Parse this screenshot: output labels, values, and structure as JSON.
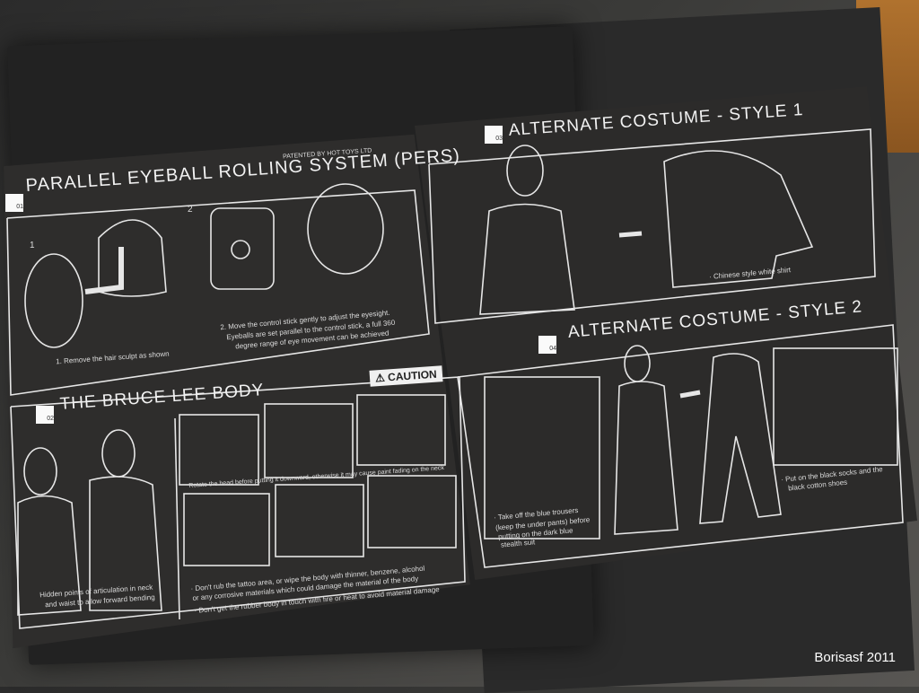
{
  "left_page": {
    "section1": {
      "number": "01",
      "title": "PARALLEL EYEBALL ROLLING SYSTEM (PERS)",
      "subtitle": "PATENTED BY HOT TOYS LTD",
      "step1_label": "1",
      "step1_text": "1. Remove the hair sculpt as shown",
      "step2_label": "2",
      "step2_text_line1": "2. Move the control stick gently to adjust the eyesight.",
      "step2_text_line2": "Eyeballs are set parallel to the control stick, a full 360",
      "step2_text_line3": "degree range of eye movement can be achieved"
    },
    "section2": {
      "number": "02",
      "title": "THE BRUCE LEE BODY",
      "caution": "CAUTION",
      "body_text_line1": "Hidden points of articulation in neck",
      "body_text_line2": "and waist to allow forward bending",
      "neck_text": "Rotate the head before putting it downward, otherwise it may cause paint fading on the neck",
      "warn_line1": "· Don't rub the tattoo area, or wipe the body with thinner, benzene, alcohol",
      "warn_line2": "or any corrosive materials which could damage the material of the body",
      "warn_line3": "· Don't get the rubber body in touch with fire or heat to avoid material damage"
    }
  },
  "right_page": {
    "section3": {
      "number": "03",
      "title": "ALTERNATE COSTUME - STYLE 1",
      "shirt_text": "· Chinese style white shirt"
    },
    "section4": {
      "number": "04",
      "title": "ALTERNATE COSTUME - STYLE 2",
      "trousers_line1": "· Take off the blue trousers",
      "trousers_line2": "(keep the under pants) before",
      "trousers_line3": "putting on the dark blue",
      "trousers_line4": "stealth suit",
      "shoes_line1": "· Put on the black socks and the",
      "shoes_line2": "black cotton shoes"
    }
  },
  "watermark": "Borisasf 2011",
  "colors": {
    "page": "#2e2d2c",
    "line": "#e8e8e8",
    "accent": "#f0f0f0"
  }
}
